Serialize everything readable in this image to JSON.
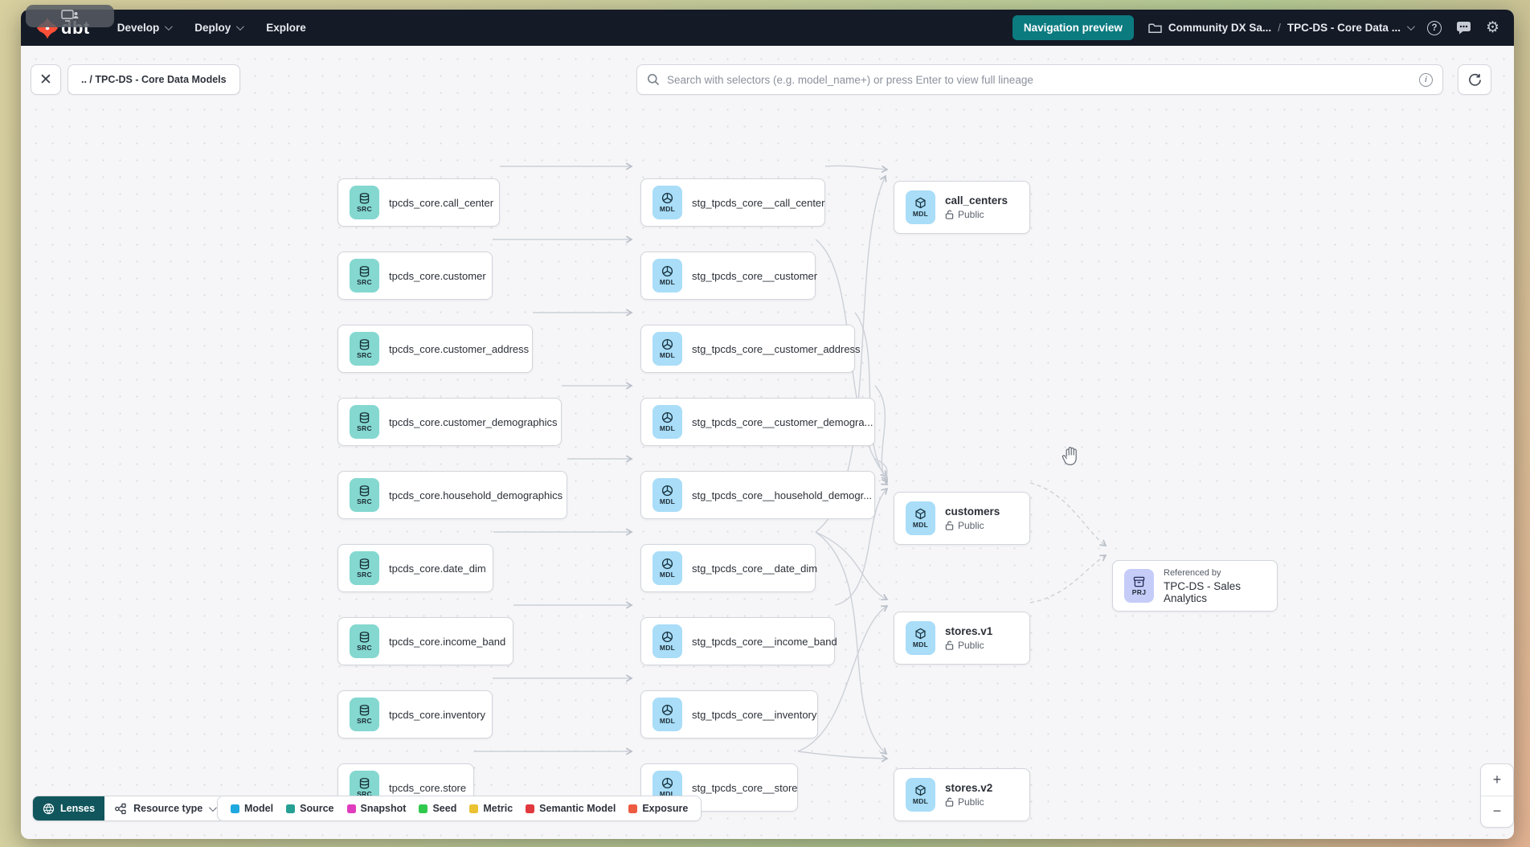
{
  "header": {
    "brand": "dbt",
    "nav": [
      {
        "label": "Develop"
      },
      {
        "label": "Deploy"
      },
      {
        "label": "Explore"
      }
    ],
    "navigation_preview_label": "Navigation preview",
    "breadcrumb": {
      "project": "Community DX Sa...",
      "separator": "/",
      "page": "TPC-DS - Core Data ..."
    }
  },
  "icons": {
    "help": "?",
    "gear": "⚙",
    "info": "i",
    "close": "✕"
  },
  "toolbar": {
    "lineage_breadcrumb": ".. / TPC-DS - Core Data Models",
    "search_placeholder": "Search with selectors (e.g. model_name+) or press Enter to view full lineage"
  },
  "graph": {
    "sources": [
      {
        "badge": "SRC",
        "label": "tpcds_core.call_center"
      },
      {
        "badge": "SRC",
        "label": "tpcds_core.customer"
      },
      {
        "badge": "SRC",
        "label": "tpcds_core.customer_address"
      },
      {
        "badge": "SRC",
        "label": "tpcds_core.customer_demographics"
      },
      {
        "badge": "SRC",
        "label": "tpcds_core.household_demographics"
      },
      {
        "badge": "SRC",
        "label": "tpcds_core.date_dim"
      },
      {
        "badge": "SRC",
        "label": "tpcds_core.income_band"
      },
      {
        "badge": "SRC",
        "label": "tpcds_core.inventory"
      },
      {
        "badge": "SRC",
        "label": "tpcds_core.store"
      }
    ],
    "staging": [
      {
        "badge": "MDL",
        "label": "stg_tpcds_core__call_center"
      },
      {
        "badge": "MDL",
        "label": "stg_tpcds_core__customer"
      },
      {
        "badge": "MDL",
        "label": "stg_tpcds_core__customer_address"
      },
      {
        "badge": "MDL",
        "label": "stg_tpcds_core__customer_demogra..."
      },
      {
        "badge": "MDL",
        "label": "stg_tpcds_core__household_demogr..."
      },
      {
        "badge": "MDL",
        "label": "stg_tpcds_core__date_dim"
      },
      {
        "badge": "MDL",
        "label": "stg_tpcds_core__income_band"
      },
      {
        "badge": "MDL",
        "label": "stg_tpcds_core__inventory"
      },
      {
        "badge": "MDL",
        "label": "stg_tpcds_core__store"
      }
    ],
    "marts": [
      {
        "badge": "MDL",
        "label": "call_centers",
        "access": "Public"
      },
      {
        "badge": "MDL",
        "label": "customers",
        "access": "Public"
      },
      {
        "badge": "MDL",
        "label": "stores.v1",
        "access": "Public"
      },
      {
        "badge": "MDL",
        "label": "stores.v2",
        "access": "Public"
      }
    ],
    "project_ref": {
      "badge": "PRJ",
      "caption": "Referenced by",
      "label": "TPC-DS - Sales Analytics"
    }
  },
  "footer": {
    "lenses_label": "Lenses",
    "resource_type_label": "Resource type",
    "legend": [
      {
        "label": "Model",
        "color": "#1fa8e0"
      },
      {
        "label": "Source",
        "color": "#26a095"
      },
      {
        "label": "Snapshot",
        "color": "#df3dbe"
      },
      {
        "label": "Seed",
        "color": "#30c94e"
      },
      {
        "label": "Metric",
        "color": "#eac232"
      },
      {
        "label": "Semantic Model",
        "color": "#e0393e"
      },
      {
        "label": "Exposure",
        "color": "#ee5b43"
      }
    ]
  },
  "zoom_controls": {
    "zoom_in": "+",
    "zoom_out": "−"
  }
}
